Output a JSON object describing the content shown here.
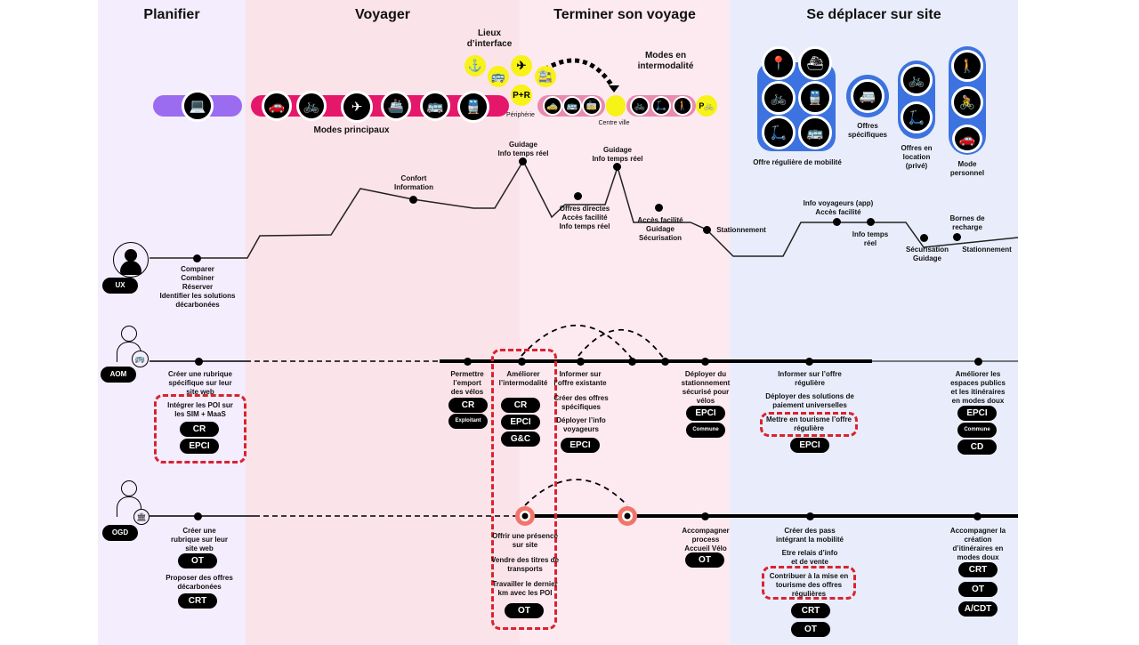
{
  "columns": [
    {
      "title": "Planifier"
    },
    {
      "title": "Voyager"
    },
    {
      "title": "Terminer son voyage"
    },
    {
      "title": "Se déplacer sur site"
    }
  ],
  "top": {
    "lieux_interface": "Lieux d’interface",
    "modes_intermodalite": "Modes en intermodalité",
    "modes_principaux": "Modes principaux",
    "peripherie": "Périphérie",
    "centre_ville": "Centre ville",
    "planifier_icon": "person-at-computer-icon",
    "main_modes": [
      "car-icon",
      "bicycle-icon",
      "plane-icon",
      "ship-icon",
      "bus-icon",
      "train-icon"
    ],
    "interface_icons": [
      "anchor-icon",
      "bus-icon",
      "plane-icon",
      "train-station-icon",
      "park-and-ride-icon"
    ],
    "pr_label": "P+R",
    "periph_modes": [
      "taxi-icon",
      "bus-icon",
      "tram-icon"
    ],
    "inter_modes": [
      "bike-share-icon",
      "scooter-icon",
      "walking-icon"
    ],
    "bike_parking": "bike-parking-icon",
    "site_groups": [
      {
        "label": "Offre régulière de mobilité",
        "icons": [
          "on-demand-icon",
          "ferry-icon",
          "bike-share-icon",
          "train-icon",
          "scooter-icon",
          "bus-icon"
        ]
      },
      {
        "label": "Offres spécifiques",
        "icons": [
          "shuttle-icon"
        ]
      },
      {
        "label": "Offres en location (privé)",
        "icons": [
          "bike-icon",
          "scooter-icon"
        ]
      },
      {
        "label": "Mode personnel",
        "icons": [
          "walking-icon",
          "bicycle-icon",
          "car-icon"
        ]
      }
    ]
  },
  "ux": {
    "role": "UX",
    "points": [
      {
        "label": "Comparer\nCombiner\nRéserver\nIdentifier les solutions\ndécarbonées"
      },
      {
        "label": "Confort\nInformation"
      },
      {
        "label": "Guidage\nInfo temps réel"
      },
      {
        "label": "Offres directes\nAccès facilité\nInfo temps réel"
      },
      {
        "label": "Guidage\nInfo temps réel"
      },
      {
        "label": "Accès facilité\nGuidage\nSécurisation"
      },
      {
        "label": "Stationnement"
      },
      {
        "label": "Info voyageurs (app)\nAccès facilité"
      },
      {
        "label": "Info temps\nréel"
      },
      {
        "label": "Sécurisation\nGuidage"
      },
      {
        "label": "Bornes de\nrecharge"
      },
      {
        "label": "Stationnement"
      }
    ]
  },
  "aom": {
    "role": "AOM",
    "items": [
      {
        "label": "Créer une rubrique\nspécifique sur leur\nsite web",
        "sub": "Intégrer les POI sur\nles SIM + MaaS",
        "tags": [
          "CR",
          "EPCI"
        ]
      },
      {
        "label": "Permettre\nl’emport\ndes vélos",
        "tags": [
          "CR",
          "Exploitant"
        ]
      },
      {
        "label": "Améliorer\nl’intermodalité",
        "tags": [
          "CR",
          "EPCI",
          "G&C"
        ]
      },
      {
        "label": "Informer sur\nl’offre existante",
        "sub1": "Créer des offres\nspécifiques",
        "sub2": "Déployer l’info\nvoyageurs",
        "tags": [
          "EPCI"
        ]
      },
      {
        "label": "Déployer du\nstationnement\nsécurisé pour\nvélos",
        "tags": [
          "EPCI",
          "Commune"
        ]
      },
      {
        "label": "Informer sur l’offre\nrégulière",
        "sub1": "Déployer des  solutions de\npaiement  universelles",
        "sub2": "Mettre en tourisme l’offre\nrégulière",
        "tags": [
          "EPCI"
        ]
      },
      {
        "label": "Améliorer les\nespaces publics\net les itinéraires\nen modes doux",
        "tags": [
          "EPCI",
          "Commune",
          "CD"
        ]
      }
    ]
  },
  "ogd": {
    "role": "OGD",
    "items": [
      {
        "label": "Créer une\nrubrique sur leur\nsite web",
        "tags": [
          "OT"
        ],
        "sub": "Proposer des offres\ndécarbonées",
        "tags2": [
          "CRT"
        ]
      },
      {
        "label": "Offrir une présence\nsur site",
        "sub1": "Vendre des titres de\ntransports",
        "sub2": "Travailler le dernier\nkm avec les POI",
        "tags": [
          "OT"
        ]
      },
      {
        "label": "Accompagner\nprocess\nAccueil Vélo",
        "tags": [
          "OT"
        ]
      },
      {
        "label": "Créer des pass\nintégrant la mobilité",
        "sub1": "Etre relais d’info\net de vente",
        "sub2": "Contribuer à la mise en\ntourisme des offres\nrégulières",
        "tags": [
          "CRT",
          "OT"
        ]
      },
      {
        "label": "Accompagner la\ncréation\nd’itinéraires en\nmodes doux",
        "tags": [
          "CRT",
          "OT",
          "A/CDT"
        ]
      }
    ]
  },
  "colors": {
    "plan_bg": "#f3edfd",
    "voy_bg": "#fbe3ea",
    "term_bg": "#fdeaf0",
    "site_bg": "#e9edfb",
    "purple": "#9b6cf0",
    "magenta": "#e5176b",
    "pink": "#e98ab0",
    "yellow": "#f7f218",
    "blue": "#3d73e0",
    "red_dash": "#d9232f",
    "coral": "#f2756a"
  }
}
